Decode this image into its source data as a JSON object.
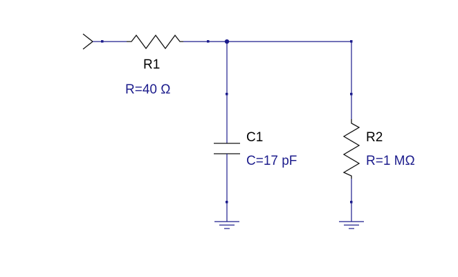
{
  "components": {
    "r1": {
      "ref": "R1",
      "value": "R=40 Ω"
    },
    "c1": {
      "ref": "C1",
      "value": "C=17 pF"
    },
    "r2": {
      "ref": "R2",
      "value": "R=1 MΩ"
    }
  },
  "colors": {
    "wire": "#1c1c8c",
    "component": "#111111",
    "reference_text": "#000000",
    "value_text": "#1c1c8c"
  }
}
